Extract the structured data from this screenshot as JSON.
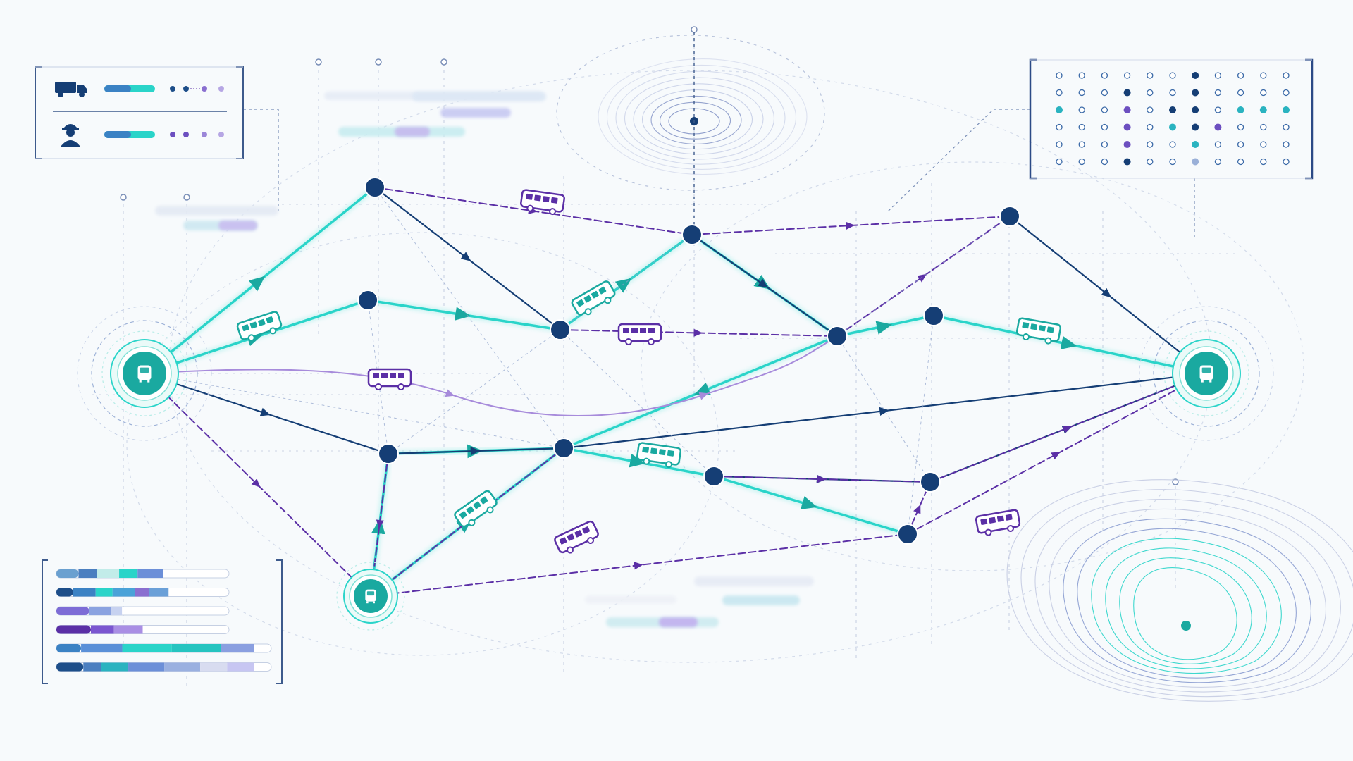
{
  "colors": {
    "background": "#f7fafc",
    "teal": "#2ad4c9",
    "teal_dark": "#1aa9a0",
    "navy": "#153e75",
    "purple": "#5b2fa6",
    "lavender": "#a78bdb",
    "blue": "#3b82c4",
    "grey_line": "#9aa8c8"
  },
  "icons": {
    "hub": "bus-icon",
    "vehicle": "bus-icon",
    "truck": "truck-icon",
    "worker": "worker-icon"
  },
  "legend_panel": {
    "rows": [
      {
        "icon": "truck-icon",
        "bar_fill": 0.5,
        "dots": 4
      },
      {
        "icon": "worker-icon",
        "bar_fill": 0.5,
        "dots": 4
      }
    ]
  },
  "matrix_panel": {
    "rows": 6,
    "cols": 11
  },
  "network": {
    "hubs": [
      "west-hub",
      "east-hub",
      "south-hub"
    ],
    "stops": [
      "n1",
      "n2",
      "n3",
      "n4",
      "n5",
      "n6",
      "n7",
      "n8",
      "n9",
      "n10",
      "n11",
      "n12"
    ],
    "route_types": [
      "primary",
      "secondary",
      "tertiary",
      "express"
    ]
  },
  "bar_panel": {
    "rows": 6,
    "fills": [
      0.62,
      0.65,
      0.38,
      0.5,
      0.92,
      0.92
    ]
  }
}
